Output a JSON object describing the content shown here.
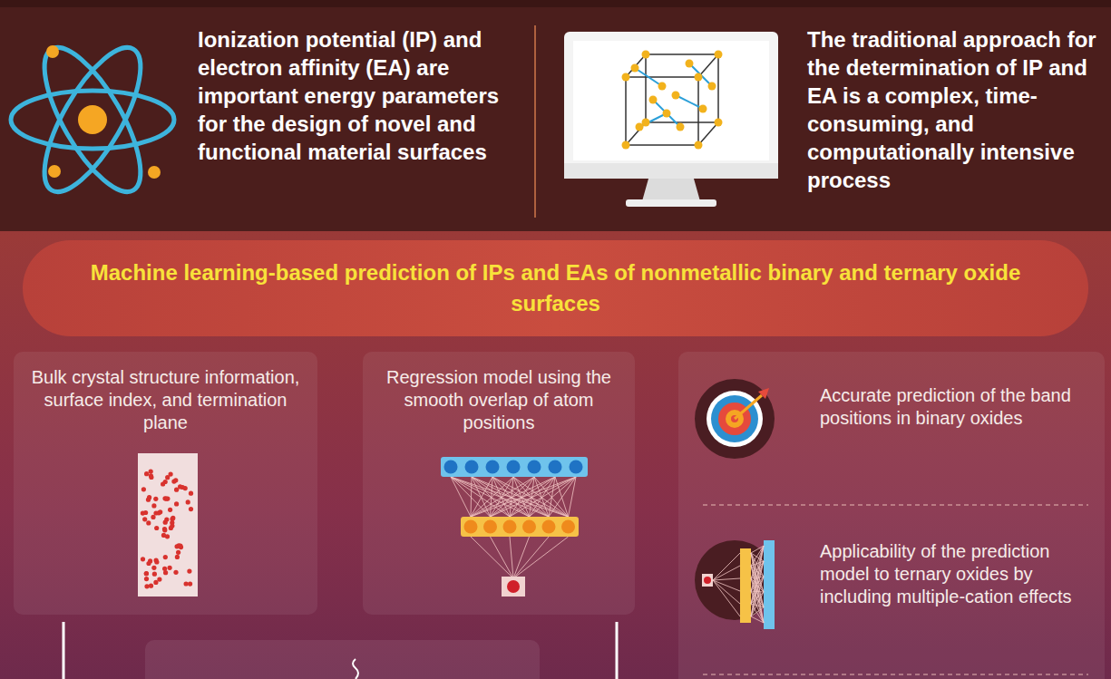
{
  "diagram": {
    "title": "Machine learning-based prediction of IPs and EAs of nonmetallic binary and ternary oxide surfaces",
    "nodes": [
      {
        "text": [
          "Bulk crystal structure information, surface index, and termination plane"
        ]
      },
      {
        "text": [
          "Regression model using the smooth overlap of atom positions"
        ]
      },
      {
        "text": [
          "Accurate prediction of the band positions in binary oxides"
        ]
      },
      {
        "text": [
          "Applicability of the prediction model to ternary oxides by including multiple-cation effects"
        ]
      }
    ],
    "labels": [
      "Ionization potential (IP) and electron affinity (EA) are important energy parameters for the design of novel and functional material surfaces",
      "The traditional approach for the determination of IP and EA is a complex, time-consuming, and computationally intensive process"
    ]
  }
}
